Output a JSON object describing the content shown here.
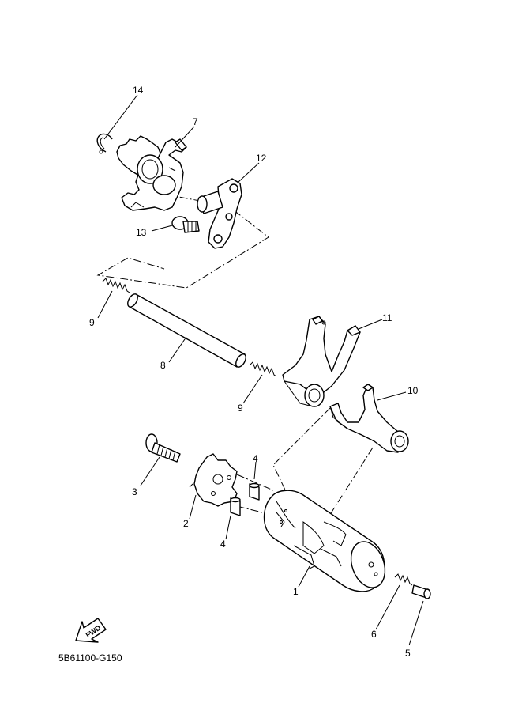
{
  "diagram": {
    "code": "5B61100-G150",
    "fwd_label": "FWD",
    "callouts": [
      {
        "id": "c14",
        "text": "14"
      },
      {
        "id": "c7",
        "text": "7"
      },
      {
        "id": "c12",
        "text": "12"
      },
      {
        "id": "c13",
        "text": "13"
      },
      {
        "id": "c9a",
        "text": "9"
      },
      {
        "id": "c8",
        "text": "8"
      },
      {
        "id": "c11",
        "text": "11"
      },
      {
        "id": "c10",
        "text": "10"
      },
      {
        "id": "c9b",
        "text": "9"
      },
      {
        "id": "c4a",
        "text": "4"
      },
      {
        "id": "c3",
        "text": "3"
      },
      {
        "id": "c2",
        "text": "2"
      },
      {
        "id": "c4b",
        "text": "4"
      },
      {
        "id": "c1",
        "text": "1"
      },
      {
        "id": "c6",
        "text": "6"
      },
      {
        "id": "c5",
        "text": "5"
      }
    ]
  }
}
